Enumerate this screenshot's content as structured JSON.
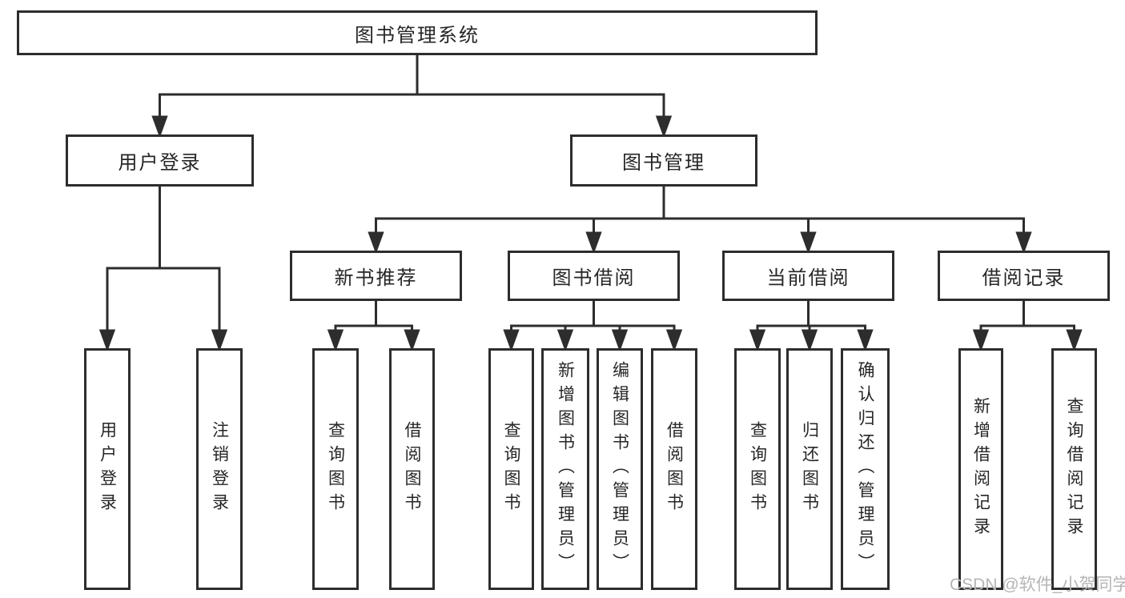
{
  "diagram": {
    "tree": {
      "label": "图书管理系统",
      "children": [
        {
          "label": "用户登录",
          "children": [
            {
              "label": "用户登录"
            },
            {
              "label": "注销登录"
            }
          ]
        },
        {
          "label": "图书管理",
          "children": [
            {
              "label": "新书推荐",
              "children": [
                {
                  "label": "查询图书"
                },
                {
                  "label": "借阅图书"
                }
              ]
            },
            {
              "label": "图书借阅",
              "children": [
                {
                  "label": "查询图书"
                },
                {
                  "label": "新增图书（管理员）"
                },
                {
                  "label": "编辑图书（管理员）"
                },
                {
                  "label": "借阅图书"
                }
              ]
            },
            {
              "label": "当前借阅",
              "children": [
                {
                  "label": "查询图书"
                },
                {
                  "label": "归还图书"
                },
                {
                  "label": "确认归还（管理员）"
                }
              ]
            },
            {
              "label": "借阅记录",
              "children": [
                {
                  "label": "新增借阅记录"
                },
                {
                  "label": "查询借阅记录"
                }
              ]
            }
          ]
        }
      ]
    },
    "watermark": "CSDN @软件_小贺同学",
    "colors": {
      "line": "#2d2d2d",
      "box_border": "#2d2d2d",
      "text": "#262626",
      "background": "#ffffff",
      "watermark": "#b5b5b5"
    }
  }
}
